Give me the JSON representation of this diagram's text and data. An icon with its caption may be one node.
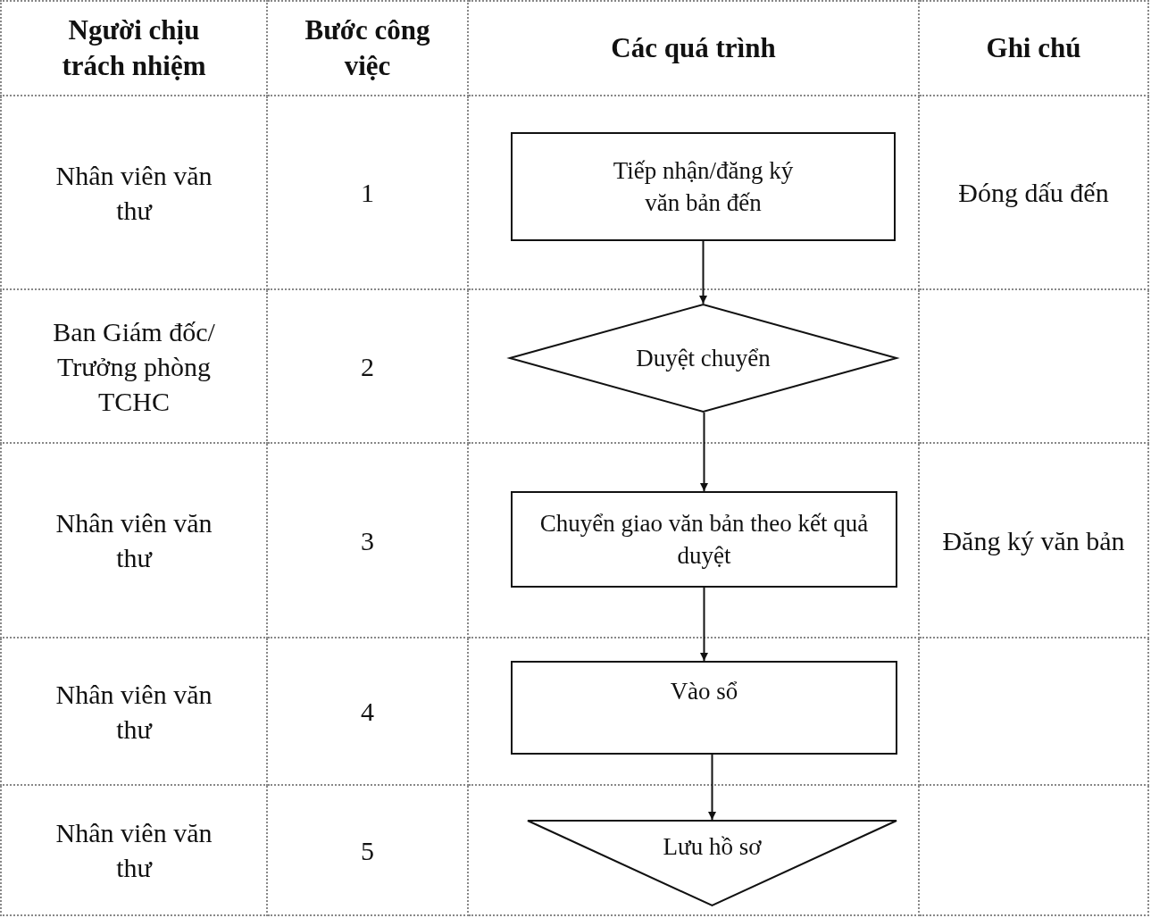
{
  "diagram": {
    "nodes": [
      {
        "text": [
          "Tiếp nhận/đăng ký văn bản đến"
        ]
      },
      {
        "text": [
          "Duyệt chuyển"
        ]
      },
      {
        "text": [
          "Chuyển giao văn bản theo kết quả duyệt"
        ]
      },
      {
        "text": [
          "Vào sổ"
        ]
      },
      {
        "text": [
          "Lưu hồ sơ"
        ]
      }
    ],
    "edges": [
      {
        "from": 0,
        "to": 1,
        "arrow": "to"
      },
      {
        "from": 1,
        "to": 2,
        "arrow": "to"
      },
      {
        "from": 2,
        "to": 3,
        "arrow": "to"
      },
      {
        "from": 3,
        "to": 4,
        "arrow": "to"
      }
    ],
    "labels": [
      "Người chịu trách nhiệm",
      "Bước công việc",
      "Các quá trình",
      "Ghi chú",
      "Nhân viên văn thư",
      "1",
      "Đóng dấu đến",
      "Ban Giám đốc/ Trưởng phòng TCHC",
      "2",
      "Nhân viên văn thư",
      "3",
      "Đăng ký văn bản",
      "Nhân viên văn thư",
      "4",
      "Nhân viên văn thư",
      "5"
    ]
  }
}
